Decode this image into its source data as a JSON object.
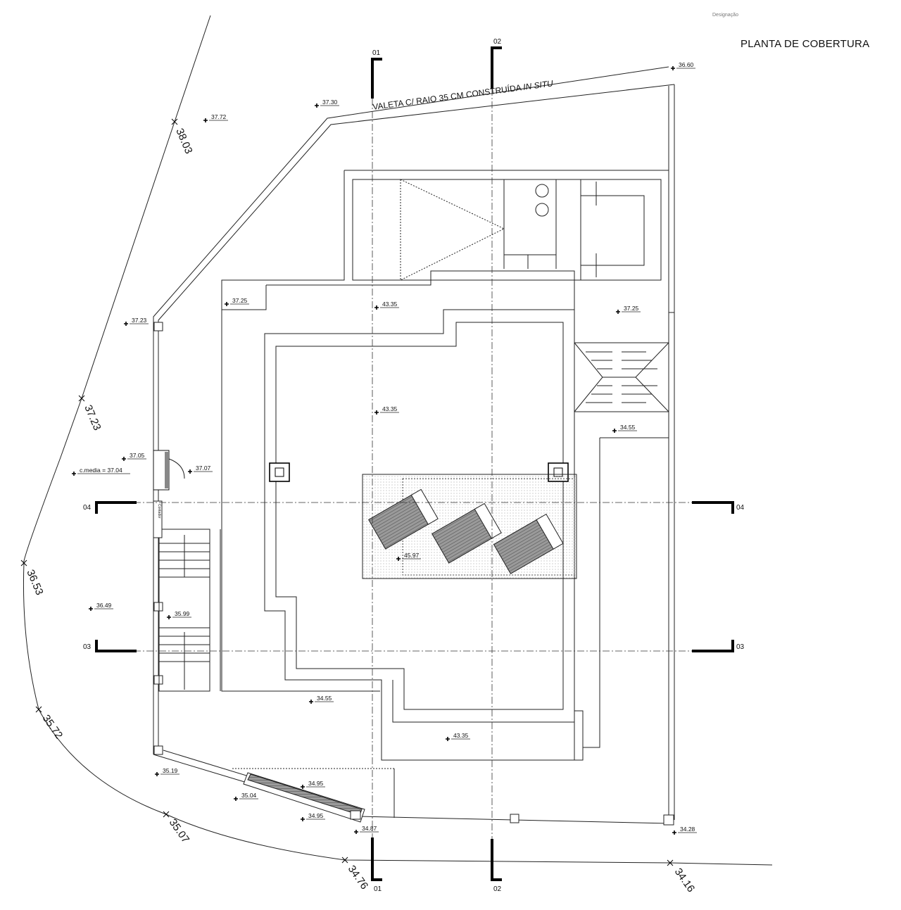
{
  "header": {
    "designacao": "Designação",
    "title": "PLANTA DE COBERTURA"
  },
  "note": {
    "valeta_prefix": "VALETA C/ RAIO 35 CM CONSTRUÍDA ",
    "valeta_italic": "IN SITU"
  },
  "lot_levels": [
    "38.03",
    "37.23",
    "36.53",
    "35.72",
    "35.07",
    "34.76",
    "34.16"
  ],
  "elevations": {
    "e_3660": "36.60",
    "e_3730": "37.30",
    "e_3772": "37.72",
    "e_3725_a": "37.25",
    "e_4335_a": "43.35",
    "e_3725_b": "37.25",
    "e_3723": "37.23",
    "e_4335_b": "43.35",
    "e_3455_a": "34.55",
    "e_3705": "37.05",
    "e_3707": "37.07",
    "cmedia": "c.media = 37.04",
    "e_4597": "45.97",
    "e_3649": "36.49",
    "e_3599": "35.99",
    "e_3455_b": "34.55",
    "e_4335_c": "43.35",
    "e_3519": "35.19",
    "e_3495_a": "34.95",
    "e_3504": "35.04",
    "e_3495_b": "34.95",
    "e_3487": "34.87",
    "e_3428": "34.28"
  },
  "sections": {
    "s01_top": "01",
    "s02_top": "02",
    "s01_bottom": "01",
    "s02_bottom": "02",
    "s04_left": "04",
    "s04_right": "04",
    "s03_left": "03",
    "s03_right": "03"
  },
  "labels": {
    "contador": "Contador"
  }
}
